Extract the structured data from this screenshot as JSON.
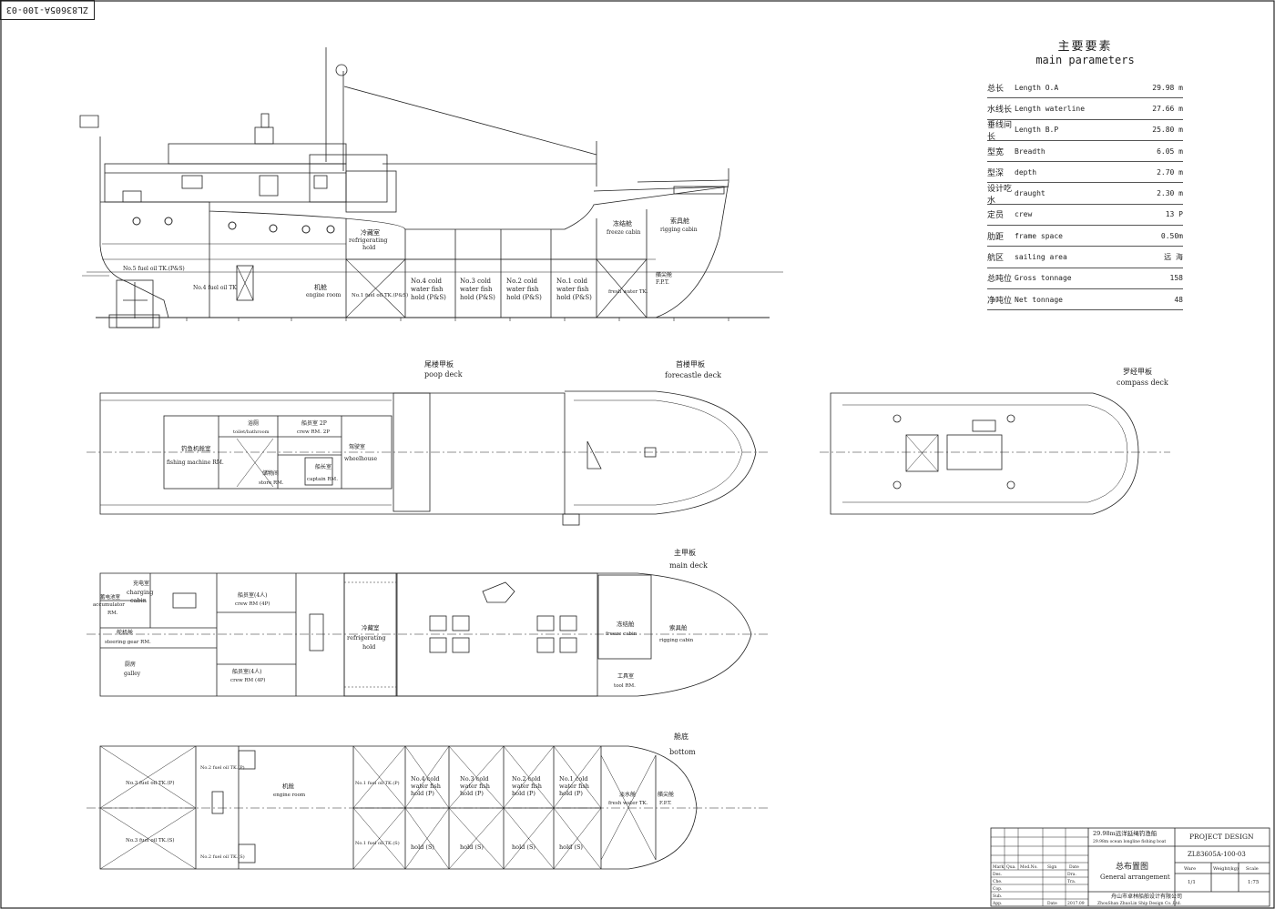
{
  "ref_number": "ZL83605A-100-03",
  "parameters": {
    "title_cn": "主要要素",
    "title_en": "main parameters",
    "rows": [
      {
        "cn": "总长",
        "en": "Length O.A",
        "value": "29.98 m"
      },
      {
        "cn": "水线长",
        "en": "Length waterline",
        "value": "27.66 m"
      },
      {
        "cn": "垂线间长",
        "en": "Length B.P",
        "value": "25.80 m"
      },
      {
        "cn": "型宽",
        "en": "Breadth",
        "value": "6.05 m"
      },
      {
        "cn": "型深",
        "en": "depth",
        "value": "2.70 m"
      },
      {
        "cn": "设计吃水",
        "en": "draught",
        "value": "2.30 m"
      },
      {
        "cn": "定员",
        "en": "crew",
        "value": "13 P"
      },
      {
        "cn": "肋距",
        "en": "frame space",
        "value": "0.50m"
      },
      {
        "cn": "航区",
        "en": "sailing area",
        "value": "远 海"
      },
      {
        "cn": "总吨位",
        "en": "Gross tonnage",
        "value": "158"
      },
      {
        "cn": "净吨位",
        "en": "Net tonnage",
        "value": "48"
      }
    ]
  },
  "views": {
    "poop_cn": "尾楼甲板",
    "poop_en": "poop deck",
    "forecastle_cn": "首楼甲板",
    "forecastle_en": "forecastle deck",
    "compass_cn": "罗经甲板",
    "compass_en": "compass deck",
    "main_cn": "主甲板",
    "main_en": "main deck",
    "bottom_cn": "舱底",
    "bottom_en": "bottom"
  },
  "profile_labels": {
    "refrig_cn": "冷藏室",
    "refrig_en": "refrigerating",
    "refrig_en2": "hold",
    "freeze_cn": "冻结舱",
    "freeze_en": "freeze cabin",
    "rigging_cn": "索具舱",
    "rigging_en": "rigging cabin",
    "engine_cn": "机舱",
    "engine_en": "engine room",
    "fuel5": "No.5 fuel oil TK.(P&S)",
    "fuel4": "No.4 fuel oil TK",
    "fuel1": "No.1 fuel oil TK.(P&S)",
    "hold4a": "No.4 cold",
    "hold4b": "water fish",
    "hold4c": "hold (P&S)",
    "hold3a": "No.3 cold",
    "hold3b": "water fish",
    "hold3c": "hold (P&S)",
    "hold2a": "No.2 cold",
    "hold2b": "water fish",
    "hold2c": "hold (P&S)",
    "hold1a": "No.1 cold",
    "hold1b": "water fish",
    "hold1c": "hold (P&S)",
    "fresh": "fresh water TK.",
    "fpt_cn": "艏尖舱",
    "fpt": "F.P.T."
  },
  "poop_labels": {
    "fishing_cn": "钓鱼机舱室",
    "fishing_en": "fishing machine RM.",
    "toilet_cn": "浴厕",
    "toilet_en": "toilet/bathroom",
    "crew_cn": "船员室 2P",
    "crew_en": "crew RM. 2P",
    "wheel_cn": "驾驶室",
    "wheel_en": "wheelhouse",
    "captain_cn": "船长室",
    "captain_en": "captain RM.",
    "store_cn": "储物间",
    "store_en": "store RM."
  },
  "main_labels": {
    "charging_cn": "充电室",
    "charging_en": "charging",
    "charging_en2": "cabin",
    "accum_cn": "蓄电池室",
    "accum_en": "accumulator",
    "accum_en2": "RM.",
    "steer_cn": "舵机舱",
    "steer_en": "steering gear RM.",
    "galley_cn": "厨房",
    "galley_en": "galley",
    "crew1_cn": "船员室(4人)",
    "crew1_en": "crew RM (4P)",
    "crew2_cn": "船员室(4人)",
    "crew2_en": "crew RM (4P)",
    "refrig_cn": "冷藏室",
    "refrig_en": "refrigerating",
    "refrig_en2": "hold",
    "freeze_cn": "冻结舱",
    "freeze_en": "freeze cabin",
    "rigging_cn": "索具舱",
    "rigging_en": "rigging cabin",
    "tool_cn": "工具室",
    "tool_en": "tool RM."
  },
  "bottom_labels": {
    "fuel3a": "No.3 fuel oil TK.(P)",
    "fuel3b": "No.3 fuel oil TK.(S)",
    "fuel2a": "No.2 fuel oil TK.(P)",
    "fuel2b": "No.2 fuel oil TK.(S)",
    "engine_cn": "机舱",
    "engine_en": "engine room",
    "fuel1a": "No.1 fuel oil TK.(P)",
    "fuel1b": "No.1 fuel oil TK.(S)",
    "h4a": "No.4 cold",
    "h4b": "water fish",
    "h4c": "hold (P)",
    "h4d": "hold (S)",
    "h3a": "No.3 cold",
    "h3b": "water fish",
    "h3c": "hold (P)",
    "h3d": "hold (S)",
    "h2a": "No.2 cold",
    "h2b": "water fish",
    "h2c": "hold (P)",
    "h2d": "hold (S)",
    "h1a": "No.1 cold",
    "h1b": "water fish",
    "h1c": "hold (P)",
    "h1d": "hold (S)",
    "fresh_cn": "淡水舱",
    "fresh_en": "fresh water TK.",
    "fpt_cn": "艏尖舱",
    "fpt_en": "F.P.T."
  },
  "title_block": {
    "vessel_cn": "29.98m远洋延绳钓渔船",
    "vessel_en": "29.98m ocean longline fishing boat",
    "project": "PROJECT DESIGN",
    "drawing_no": "ZL83605A-100-03",
    "title_cn": "总布置图",
    "title_en": "General arrangement",
    "company_cn": "舟山市卓林船舶设计有限公司",
    "company_en": "ZhouShan ZhuoLin Ship Design Co.,Ltd.",
    "h_mark": "Mark",
    "h_qty": "Qua.",
    "h_doc": "Mod.No.",
    "h_sign": "Sign",
    "h_date": "Date",
    "des": "Des.",
    "che": "Che.",
    "cop": "Cop.",
    "sub": "Sub.",
    "app": "App.",
    "dra": "Dra.",
    "tra": "Tra.",
    "date_label": "Date",
    "date_val": "2017.09",
    "col_ware": "Ware",
    "col_weight": "Weight(kg)",
    "col_scale": "Scale",
    "sheet": "1/1",
    "scale": "1:75"
  }
}
